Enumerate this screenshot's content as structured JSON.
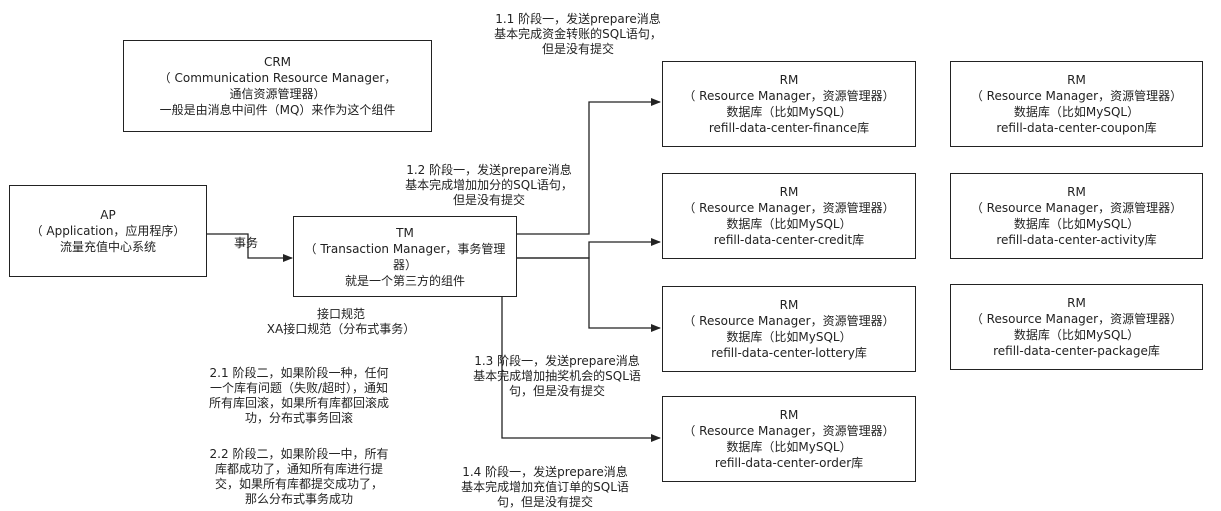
{
  "crm": {
    "lines": [
      "CRM",
      "（ Communication Resource Manager，",
      "通信资源管理器）",
      "一般是由消息中间件（MQ）来作为这个组件"
    ]
  },
  "ap": {
    "lines": [
      "AP",
      "（ Application，应用程序）",
      "流量充值中心系统"
    ]
  },
  "tm": {
    "lines": [
      "TM",
      "（ Transaction Manager，事务管理",
      "器）",
      "就是一个第三方的组件"
    ]
  },
  "edge_ap_tm_label": "事务",
  "interface_note": [
    "接口规范",
    "XA接口规范（分布式事务）"
  ],
  "rm_left": [
    {
      "lines": [
        "RM",
        "（ Resource Manager，资源管理器）",
        "数据库（比如MySQL）",
        "refill-data-center-finance库"
      ]
    },
    {
      "lines": [
        "RM",
        "（ Resource Manager，资源管理器）",
        "数据库（比如MySQL）",
        "refill-data-center-credit库"
      ]
    },
    {
      "lines": [
        "RM",
        "（ Resource Manager，资源管理器）",
        "数据库（比如MySQL）",
        "refill-data-center-lottery库"
      ]
    },
    {
      "lines": [
        "RM",
        "（ Resource Manager，资源管理器）",
        "数据库（比如MySQL）",
        "refill-data-center-order库"
      ]
    }
  ],
  "rm_right": [
    {
      "lines": [
        "RM",
        "（ Resource Manager，资源管理器）",
        "数据库（比如MySQL）",
        "refill-data-center-coupon库"
      ]
    },
    {
      "lines": [
        "RM",
        "（ Resource Manager，资源管理器）",
        "数据库（比如MySQL）",
        "refill-data-center-activity库"
      ]
    },
    {
      "lines": [
        "RM",
        "（ Resource Manager，资源管理器）",
        "数据库（比如MySQL）",
        "refill-data-center-package库"
      ]
    }
  ],
  "phase1_notes": [
    [
      "1.1 阶段一，发送prepare消息",
      "基本完成资金转账的SQL语句，",
      "但是没有提交"
    ],
    [
      "1.2 阶段一，发送prepare消息",
      "基本完成增加加分的SQL语句，",
      "但是没有提交"
    ],
    [
      "1.3 阶段一，发送prepare消息",
      "基本完成增加抽奖机会的SQL语",
      "句，但是没有提交"
    ],
    [
      "1.4 阶段一，发送prepare消息",
      "基本完成增加充值订单的SQL语",
      "句，但是没有提交"
    ]
  ],
  "phase2_notes": [
    [
      "2.1 阶段二，如果阶段一种，任何",
      "一个库有问题（失败/超时），通知",
      "所有库回滚，如果所有库都回滚成",
      "功，分布式事务回滚"
    ],
    [
      "2.2 阶段二，如果阶段一中，所有",
      "库都成功了，通知所有库进行提",
      "交，如果所有库都提交成功了，",
      "那么分布式事务成功"
    ]
  ]
}
